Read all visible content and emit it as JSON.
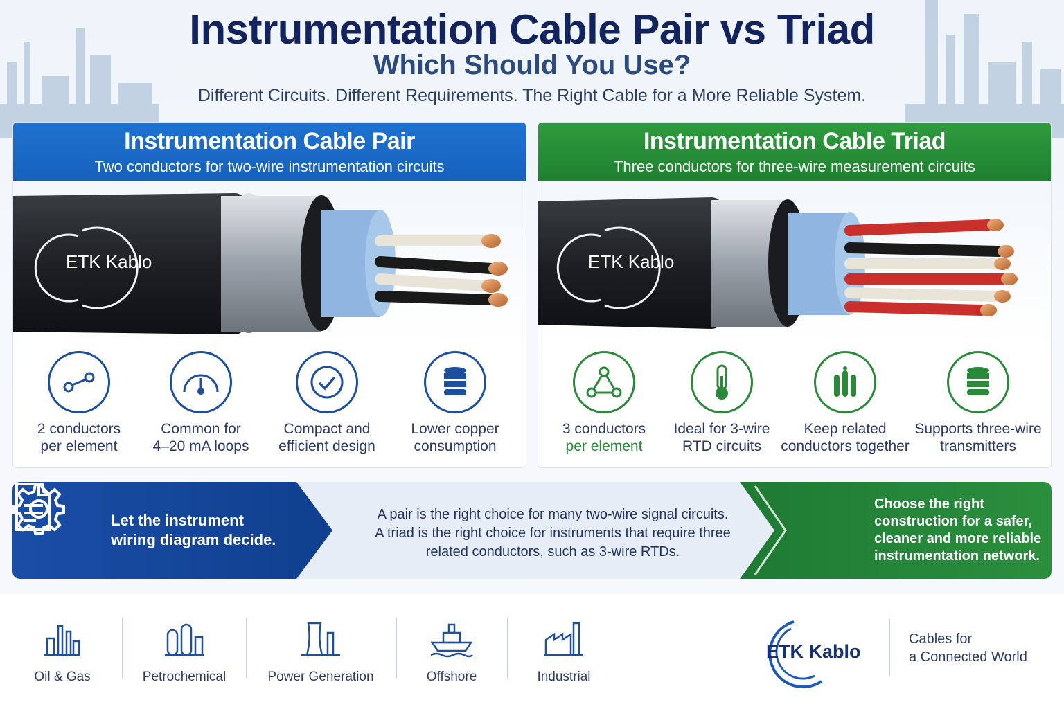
{
  "header": {
    "title": "Instrumentation Cable Pair vs  Triad",
    "subtitle": "Which Should You Use?",
    "tagline": "Different Circuits. Different Requirements. The Right Cable for  a More Reliable System."
  },
  "pair": {
    "title": "Instrumentation Cable Pair",
    "subtitle": "Two conductors for two-wire instrumentation circuits",
    "logo_text": "ETK  Kablo",
    "color": "#1561bd",
    "features": [
      {
        "icon": "two-nodes-icon",
        "line1": "2 conductors",
        "line2": "per element"
      },
      {
        "icon": "gauge-icon",
        "line1": "Common for",
        "line2": "4–20 mA loops"
      },
      {
        "icon": "checkmark-icon",
        "line1": "Compact and",
        "line2": "efficient design"
      },
      {
        "icon": "database-icon",
        "line1": "Lower copper",
        "line2": "consumption"
      }
    ]
  },
  "triad": {
    "title": "Instrumentation Cable Triad",
    "subtitle": "Three conductors for three-wire measurement circuits",
    "logo_text": "ETK  Kablo",
    "color": "#1e8030",
    "features": [
      {
        "icon": "triangle-nodes-icon",
        "line1": "3 conductors",
        "line2": "per element"
      },
      {
        "icon": "thermometer-icon",
        "line1": "Ideal for 3-wire",
        "line2": "RTD circuits"
      },
      {
        "icon": "bundle-icon",
        "line1": "Keep related",
        "line2": "conductors together"
      },
      {
        "icon": "database-icon",
        "line1": "Supports three-wire",
        "line2": "transmitters"
      }
    ]
  },
  "banner": {
    "left_line1": "Let the instrument",
    "left_line2": "wiring diagram decide.",
    "mid_line1": "A pair is the right choice for many two-wire signal circuits.",
    "mid_line2": "A triad is the right choice for instruments that require three",
    "mid_line3": "related conductors, such as 3-wire RTDs.",
    "right_line1": "Choose the right",
    "right_line2": "construction for a safer,",
    "right_line3": "cleaner and more reliable",
    "right_line4": "instrumentation network."
  },
  "industries": [
    {
      "icon": "oil-gas-icon",
      "label": "Oil & Gas"
    },
    {
      "icon": "petrochemical-icon",
      "label": "Petrochemical"
    },
    {
      "icon": "power-plant-icon",
      "label": "Power Generation"
    },
    {
      "icon": "ship-icon",
      "label": "Offshore"
    },
    {
      "icon": "factory-icon",
      "label": "Industrial"
    }
  ],
  "brand": {
    "name": "ETK  Kablo",
    "tagline_line1": "Cables for",
    "tagline_line2": "a Connected World"
  }
}
